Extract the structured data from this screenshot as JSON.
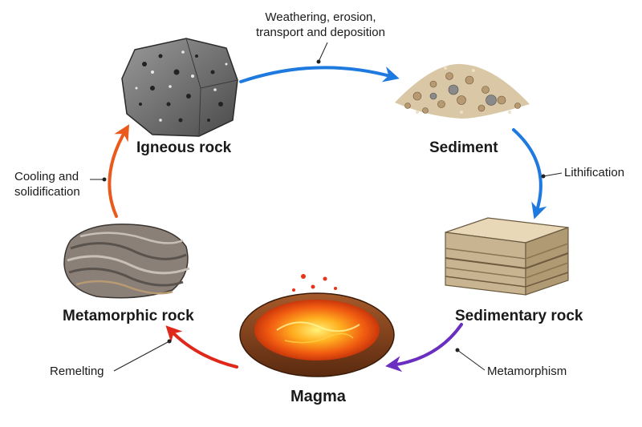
{
  "nodes": {
    "igneous": {
      "label": "Igneous rock"
    },
    "sediment": {
      "label": "Sediment"
    },
    "sedimentary": {
      "label": "Sedimentary rock"
    },
    "magma": {
      "label": "Magma"
    },
    "metamorphic": {
      "label": "Metamorphic rock"
    }
  },
  "processes": {
    "weathering": {
      "line1": "Weathering, erosion,",
      "line2": "transport and deposition",
      "color": "#1f7ae0"
    },
    "lithification": {
      "label": "Lithification",
      "color": "#1f7ae0"
    },
    "metamorphism": {
      "label": "Metamorphism",
      "color": "#6a2fc0"
    },
    "remelting": {
      "label": "Remelting",
      "color": "#e0281a"
    },
    "cooling": {
      "line1": "Cooling and",
      "line2": "solidification",
      "color": "#ea5a1c"
    }
  }
}
